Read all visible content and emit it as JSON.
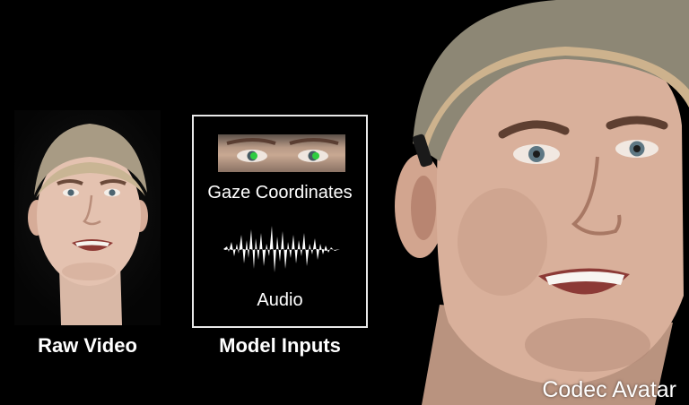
{
  "raw_video": {
    "label": "Raw Video"
  },
  "model_inputs": {
    "label": "Model Inputs",
    "gaze_label": "Gaze Coordinates",
    "audio_label": "Audio"
  },
  "avatar": {
    "label": "Codec Avatar"
  },
  "colors": {
    "background": "#000000",
    "gaze_marker": "#2ecc40",
    "box_border": "#e8e8e8",
    "text": "#ffffff"
  }
}
